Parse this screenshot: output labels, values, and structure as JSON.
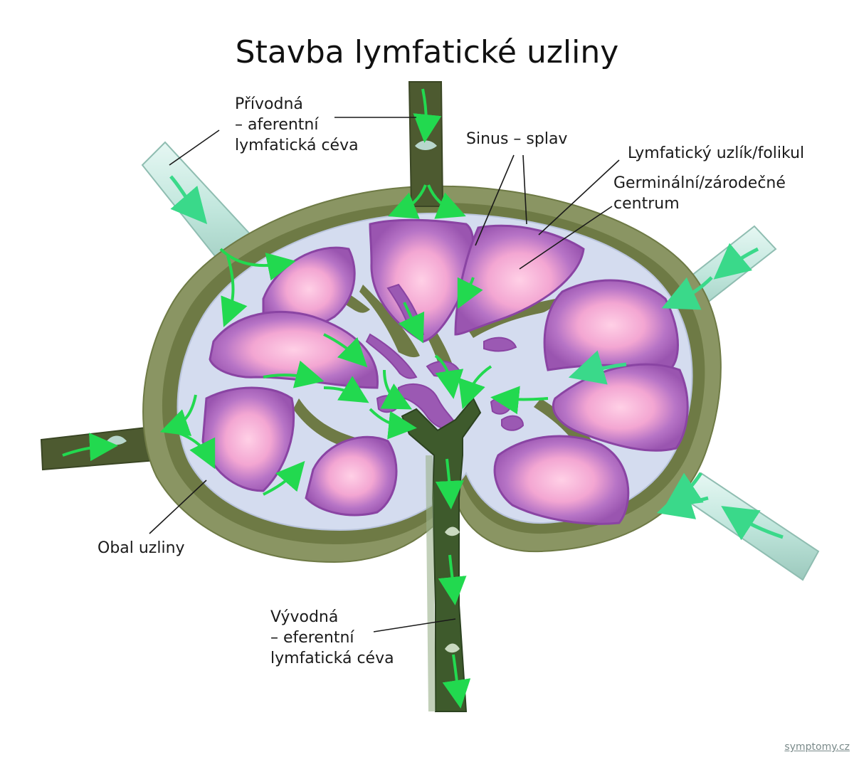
{
  "title": "Stavba lymfatické uzliny",
  "labels": {
    "afferent": [
      "Přívodná",
      "– aferentní",
      "lymfatická céva"
    ],
    "sinus": "Sinus – splav",
    "follicle": "Lymfatický uzlík/folikul",
    "germinal": [
      "Germinální/zárodečné",
      "centrum"
    ],
    "capsule": "Obal uzliny",
    "efferent": [
      "Vývodná",
      "– eferentní",
      "lymfatická céva"
    ]
  },
  "watermark": "symptomy.cz",
  "colors": {
    "capsule_outer": "#8a9563",
    "capsule": "#6e7a45",
    "capsule_dark": "#5a6538",
    "sinus": "#d4dcef",
    "follicle": "#9b59b3",
    "germinal": "#ffc3dd",
    "afferent_vessel": "#c8ebe3",
    "efferent_vessel": "#3e5a2c",
    "flow_arrow": "#2de05a"
  }
}
